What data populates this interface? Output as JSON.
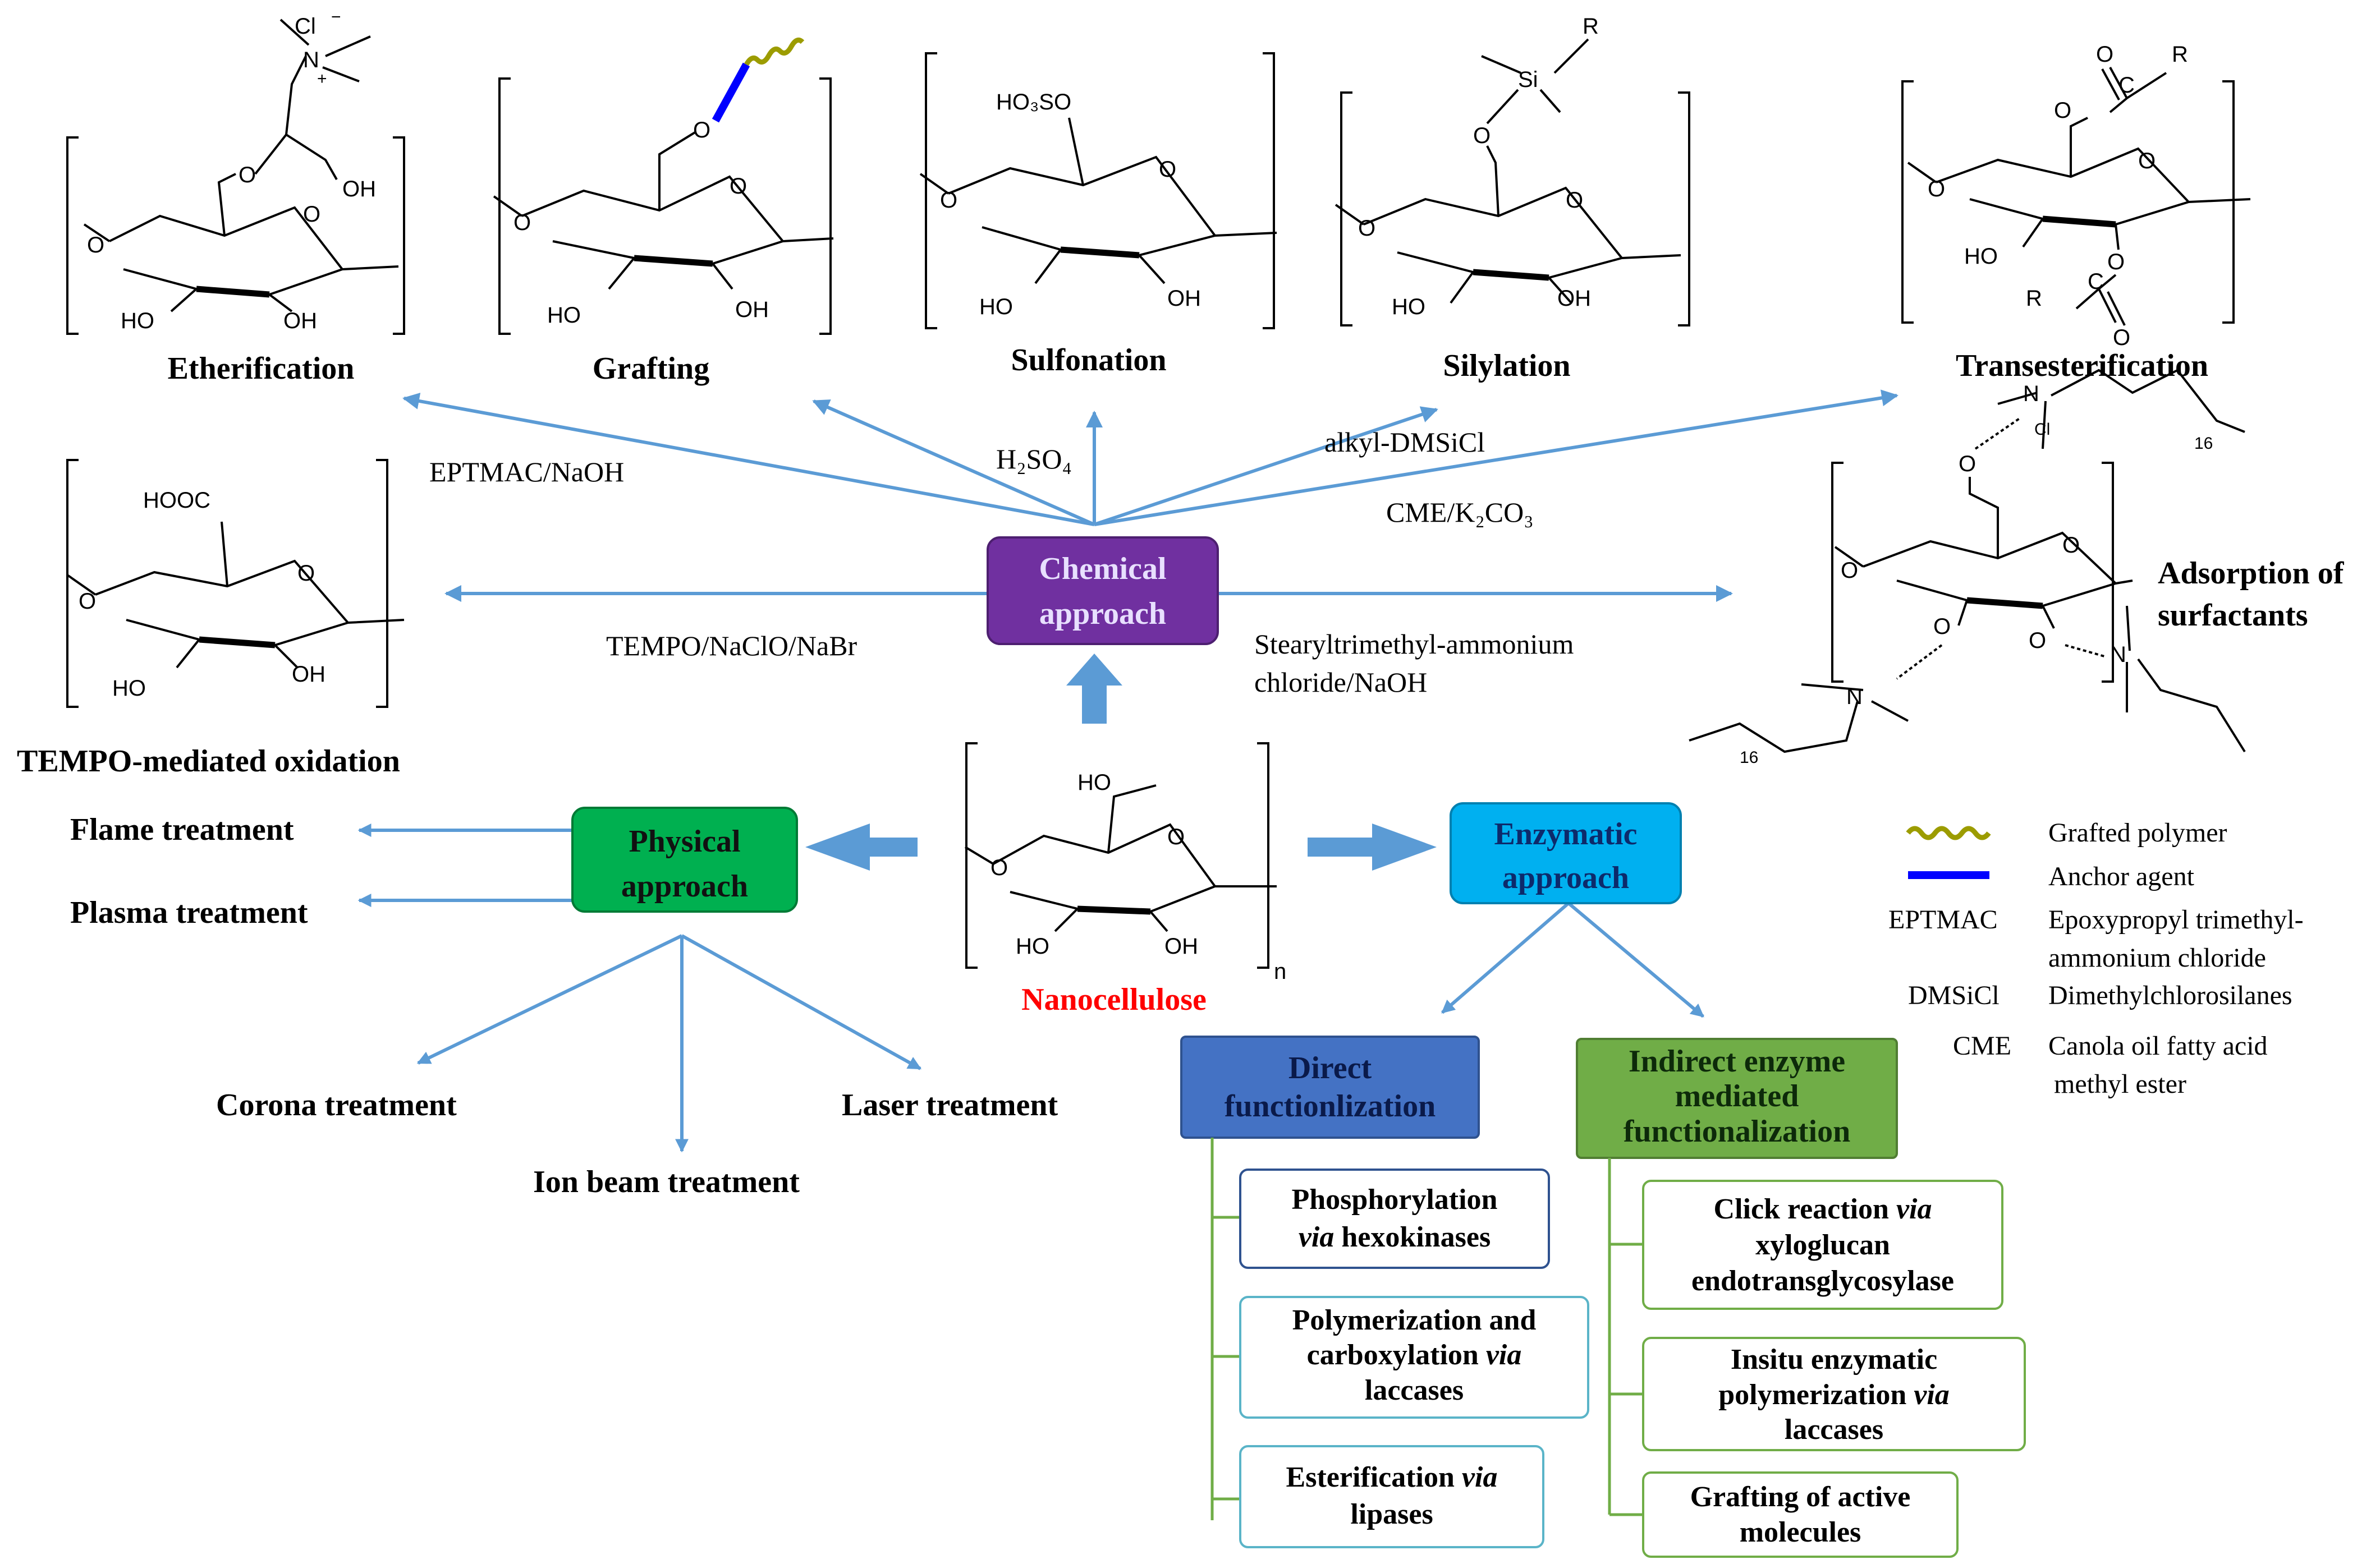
{
  "center": {
    "label": "Nanocellulose",
    "repeat_subscript": "n",
    "groups": {
      "ho6": "HO",
      "ho_left": "HO",
      "oh_right": "OH",
      "ring_o": "O",
      "link_o": "O"
    }
  },
  "approaches": {
    "chemical": {
      "line1": "Chemical",
      "line2": "approach",
      "fill": "#7030a0"
    },
    "physical": {
      "line1": "Physical",
      "line2": "approach",
      "fill": "#00b050"
    },
    "enzymatic": {
      "line1": "Enzymatic",
      "line2": "approach",
      "fill": "#00b0f0"
    }
  },
  "chemical_products": {
    "etherification": {
      "label": "Etherification",
      "cl": "Cl",
      "minus": "−",
      "n": "N",
      "plus": "+",
      "oh": "OH",
      "o_link": "O",
      "ring_o": "O",
      "ho": "HO",
      "oh2": "OH"
    },
    "grafting": {
      "label": "Grafting",
      "o": "O",
      "ring_o": "O",
      "ho": "HO",
      "oh": "OH",
      "o_link": "O"
    },
    "sulfonation": {
      "label": "Sulfonation",
      "so3": "HO₃SO",
      "ring_o": "O",
      "ho": "HO",
      "oh": "OH",
      "o_link": "O"
    },
    "silylation": {
      "label": "Silylation",
      "si": "Si",
      "r": "R",
      "o": "O",
      "ring_o": "O",
      "ho": "HO",
      "oh": "OH",
      "o_link": "O"
    },
    "transesterification": {
      "label": "Transesterification",
      "o1": "O",
      "c1": "C",
      "r1": "R",
      "o_ester1": "O",
      "ring_o": "O",
      "ho": "HO",
      "o_ester2": "O",
      "c2": "C",
      "r2": "R",
      "o2": "O",
      "o_link": "O"
    },
    "tempo": {
      "label": "TEMPO-mediated oxidation",
      "cooh": "HOOC",
      "ring_o": "O",
      "ho": "HO",
      "oh": "OH",
      "o_link": "O"
    },
    "surfactant": {
      "label1": "Adsorption of",
      "label2": "surfactants",
      "n_top": "N",
      "cl": "Cl",
      "sub16a": "16",
      "o_minus": "O",
      "ring_o": "O",
      "o_link": "O",
      "n_left": "N",
      "n_right": "N",
      "sub16b": "16"
    }
  },
  "reagents": {
    "etherification": "EPTMAC/NaOH",
    "sulfonation": "H₂SO₄",
    "silylation": "alkyl-DMSiCl",
    "transesterification": "CME/K₂CO₃",
    "tempo": "TEMPO/NaClO/NaBr",
    "surfactant_line1": "Stearyltrimethyl-ammonium",
    "surfactant_line2": "chloride/NaOH"
  },
  "physical_methods": {
    "flame": "Flame treatment",
    "plasma": "Plasma treatment",
    "corona": "Corona treatment",
    "ion_beam": "Ion beam treatment",
    "laser": "Laser treatment"
  },
  "enzymatic": {
    "direct": {
      "line1": "Direct",
      "line2": "functionlization",
      "fill": "#4472c4",
      "items": [
        {
          "l1": "Phosphorylation",
          "l2pre": "",
          "l2it": "via",
          "l2post": " hexokinases",
          "l3": ""
        },
        {
          "l1": "Polymerization and",
          "l2pre": "carboxylation ",
          "l2it": "via",
          "l2post": "",
          "l3": "laccases"
        },
        {
          "l1pre": "Esterification ",
          "l1it": "via",
          "l2": "lipases"
        }
      ]
    },
    "indirect": {
      "line1": "Indirect enzyme",
      "line2": "mediated",
      "line3": "functionalization",
      "fill": "#70ad47",
      "items": [
        {
          "l1pre": "Click reaction ",
          "l1it": "via",
          "l2": "xyloglucan",
          "l3": "endotransglycosylase"
        },
        {
          "l1": "Insitu enzymatic",
          "l2pre": "polymerization ",
          "l2it": "via",
          "l3": "laccases"
        },
        {
          "l1": "Grafting of active",
          "l2": "molecules"
        }
      ]
    }
  },
  "legend": {
    "grafted_polymer": "Grafted polymer",
    "anchor_agent": "Anchor agent",
    "eptmac_abbr": "EPTMAC",
    "eptmac_def1": "Epoxypropyl trimethyl-",
    "eptmac_def2": "ammonium chloride",
    "dmsicl_abbr": "DMSiCl",
    "dmsicl_def": "Dimethylchlorosilanes",
    "cme_abbr": "CME",
    "cme_def1": "Canola oil fatty acid",
    "cme_def2": "methyl ester",
    "wavy_color": "#9c9c00",
    "anchor_color": "#0000ff"
  }
}
